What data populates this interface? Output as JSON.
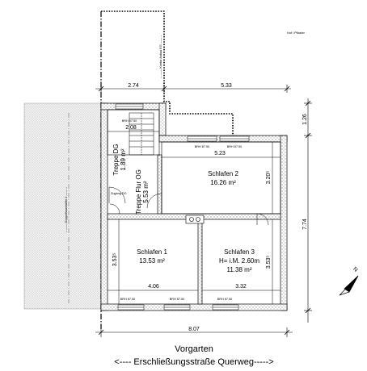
{
  "labels": {
    "hof": "Hof / Pflaster",
    "kontur": "←—— Kontur Anbau EG ——→",
    "doppelhaus": "←—— Doppelhaushälfte 2 ——→",
    "vorgarten": "Vorgarten",
    "street": "<----   Erschließungsstraße  Querweg----->",
    "zugang": "Zugang DG"
  },
  "dimensions": {
    "top_left": "2.74",
    "top_right": "5.33",
    "stair_width": "2.08",
    "room_top": "5.23",
    "bottom_left": "4.06",
    "bottom_right": "3.32",
    "total": "8.07",
    "right_top": "1.26",
    "right_total": "7.74",
    "h_schlafen2": "3.20⁵",
    "h_schlafen1": "3.53⁵",
    "h_schlafen3": "3.53⁵"
  },
  "windows": {
    "brh": "BRH 87.50"
  },
  "rooms": {
    "treppe_dg": {
      "name": "Treppe DG",
      "area": "1.89 m²"
    },
    "treppe_flur": {
      "name": "Treppe Flur OG",
      "area": "5.53 m²"
    },
    "schlafen2": {
      "name": "Schlafen 2",
      "area": "16.26 m²"
    },
    "schlafen1": {
      "name": "Schlafen 1",
      "area": "13.53 m²"
    },
    "schlafen3": {
      "name": "Schlafen 3",
      "height": "H= i.M. 2.60m",
      "area": "11.38 m²"
    }
  }
}
